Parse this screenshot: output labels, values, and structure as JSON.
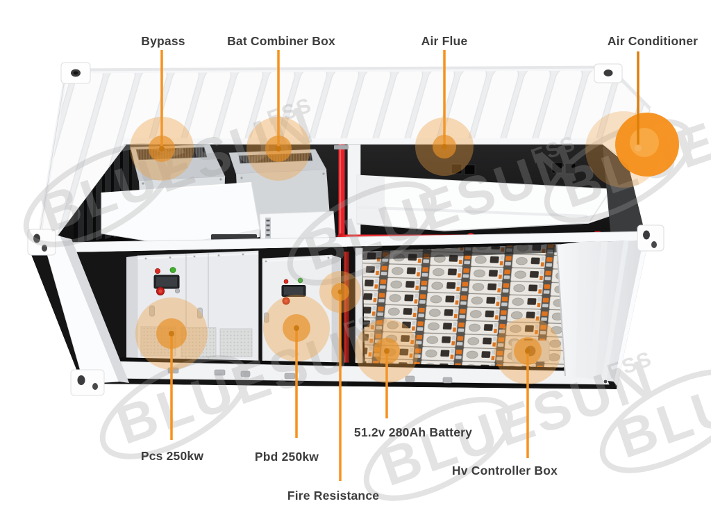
{
  "watermark": {
    "brand": "BLUESUN",
    "suffix": "ESS"
  },
  "colors": {
    "accent_orange": "#F6921E",
    "glow_orange": "#EFA042",
    "pipe_red": "#E6232A",
    "label_text": "#3D3D3D"
  },
  "callouts": [
    {
      "id": "bypass",
      "label": "Bypass"
    },
    {
      "id": "bat-combiner-box",
      "label": "Bat Combiner Box"
    },
    {
      "id": "air-flue",
      "label": "Air Flue"
    },
    {
      "id": "air-conditioner",
      "label": "Air Conditioner"
    },
    {
      "id": "pcs-250kw",
      "label": "Pcs 250kw"
    },
    {
      "id": "pbd-250kw",
      "label": "Pbd 250kw"
    },
    {
      "id": "fire-resistance",
      "label": "Fire Resistance"
    },
    {
      "id": "battery",
      "label": "51.2v 280Ah Battery"
    },
    {
      "id": "hv-controller-box",
      "label": "Hv Controller Box"
    }
  ]
}
